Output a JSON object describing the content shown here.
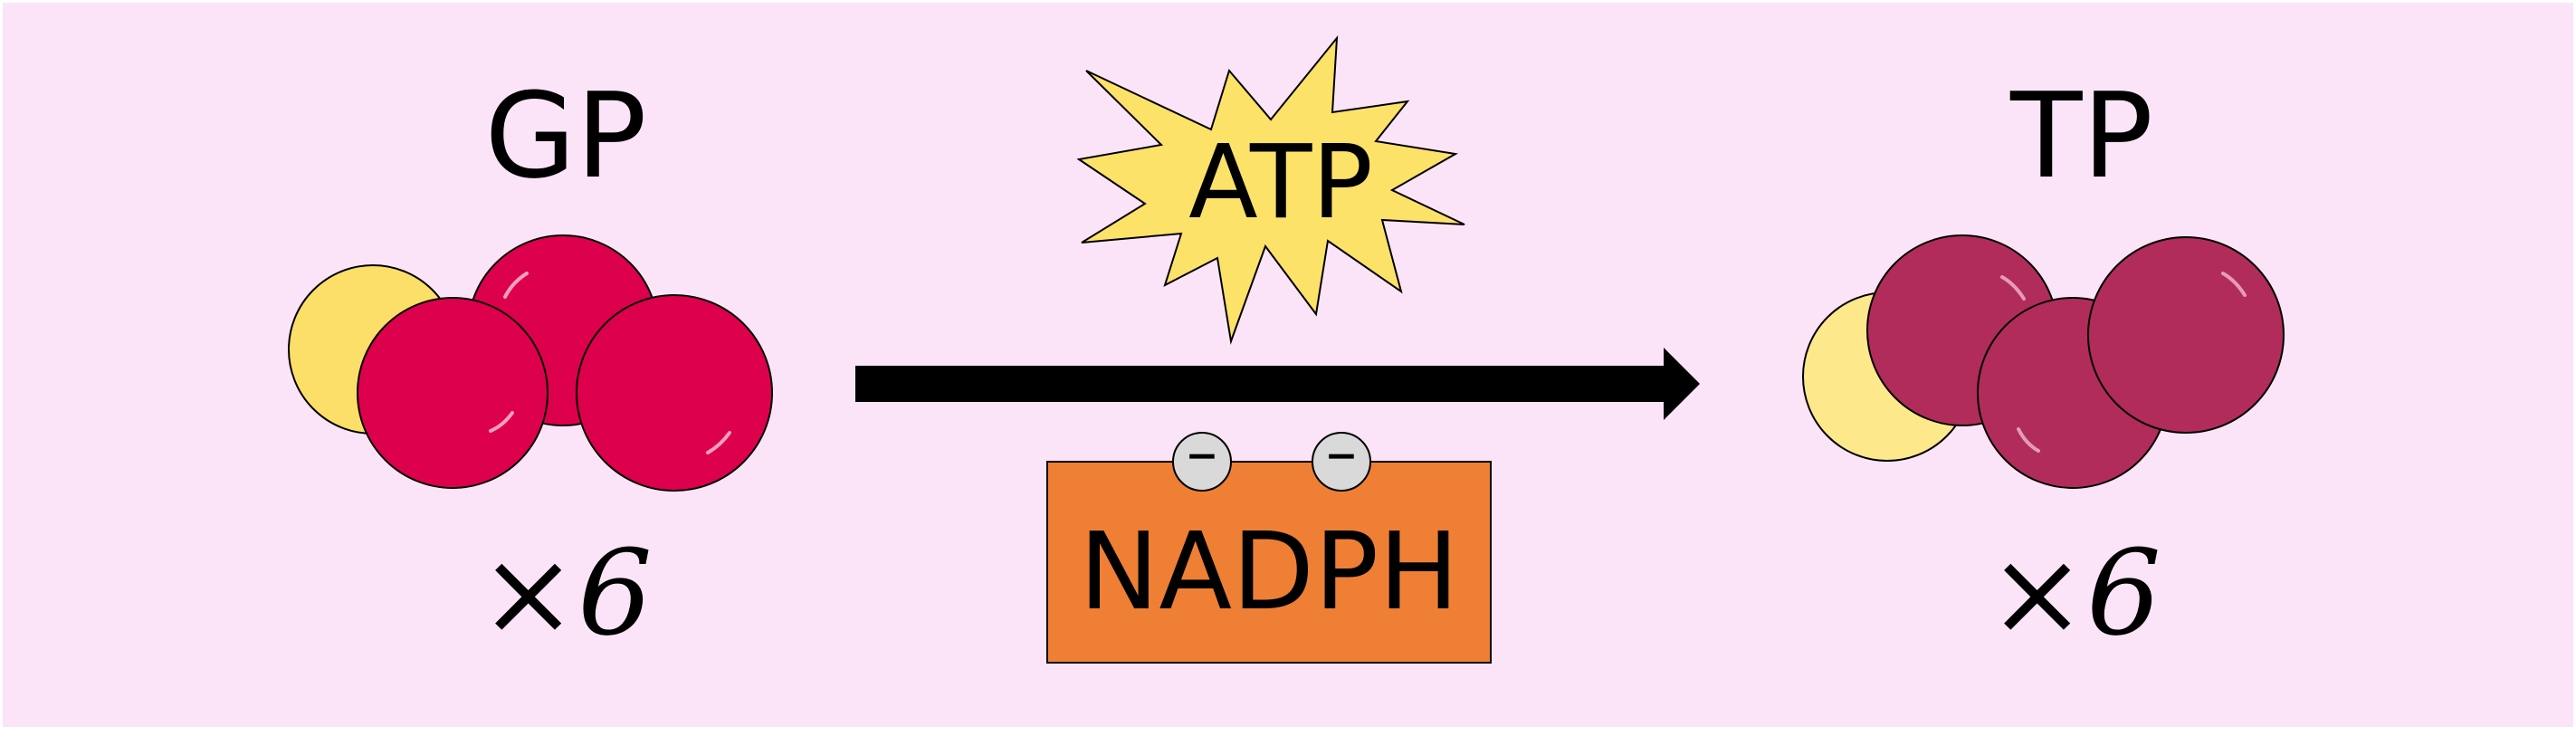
{
  "reactant": {
    "label": "GP",
    "multiplier": "×6"
  },
  "product": {
    "label": "TP",
    "multiplier": "×6"
  },
  "cofactors": {
    "atp": "ATP",
    "nadph": "NADPH",
    "charge_symbol": "−"
  },
  "colors": {
    "background": "#fce4f8",
    "gp_red": "#dc004d",
    "gp_yellow": "#fcdf68",
    "tp_red": "#b12c5a",
    "tp_yellow": "#fde98c",
    "atp_burst": "#fde26a",
    "nadph_box": "#ee7f35",
    "charge_circle": "#d9d9d9",
    "arrow": "#000000"
  }
}
